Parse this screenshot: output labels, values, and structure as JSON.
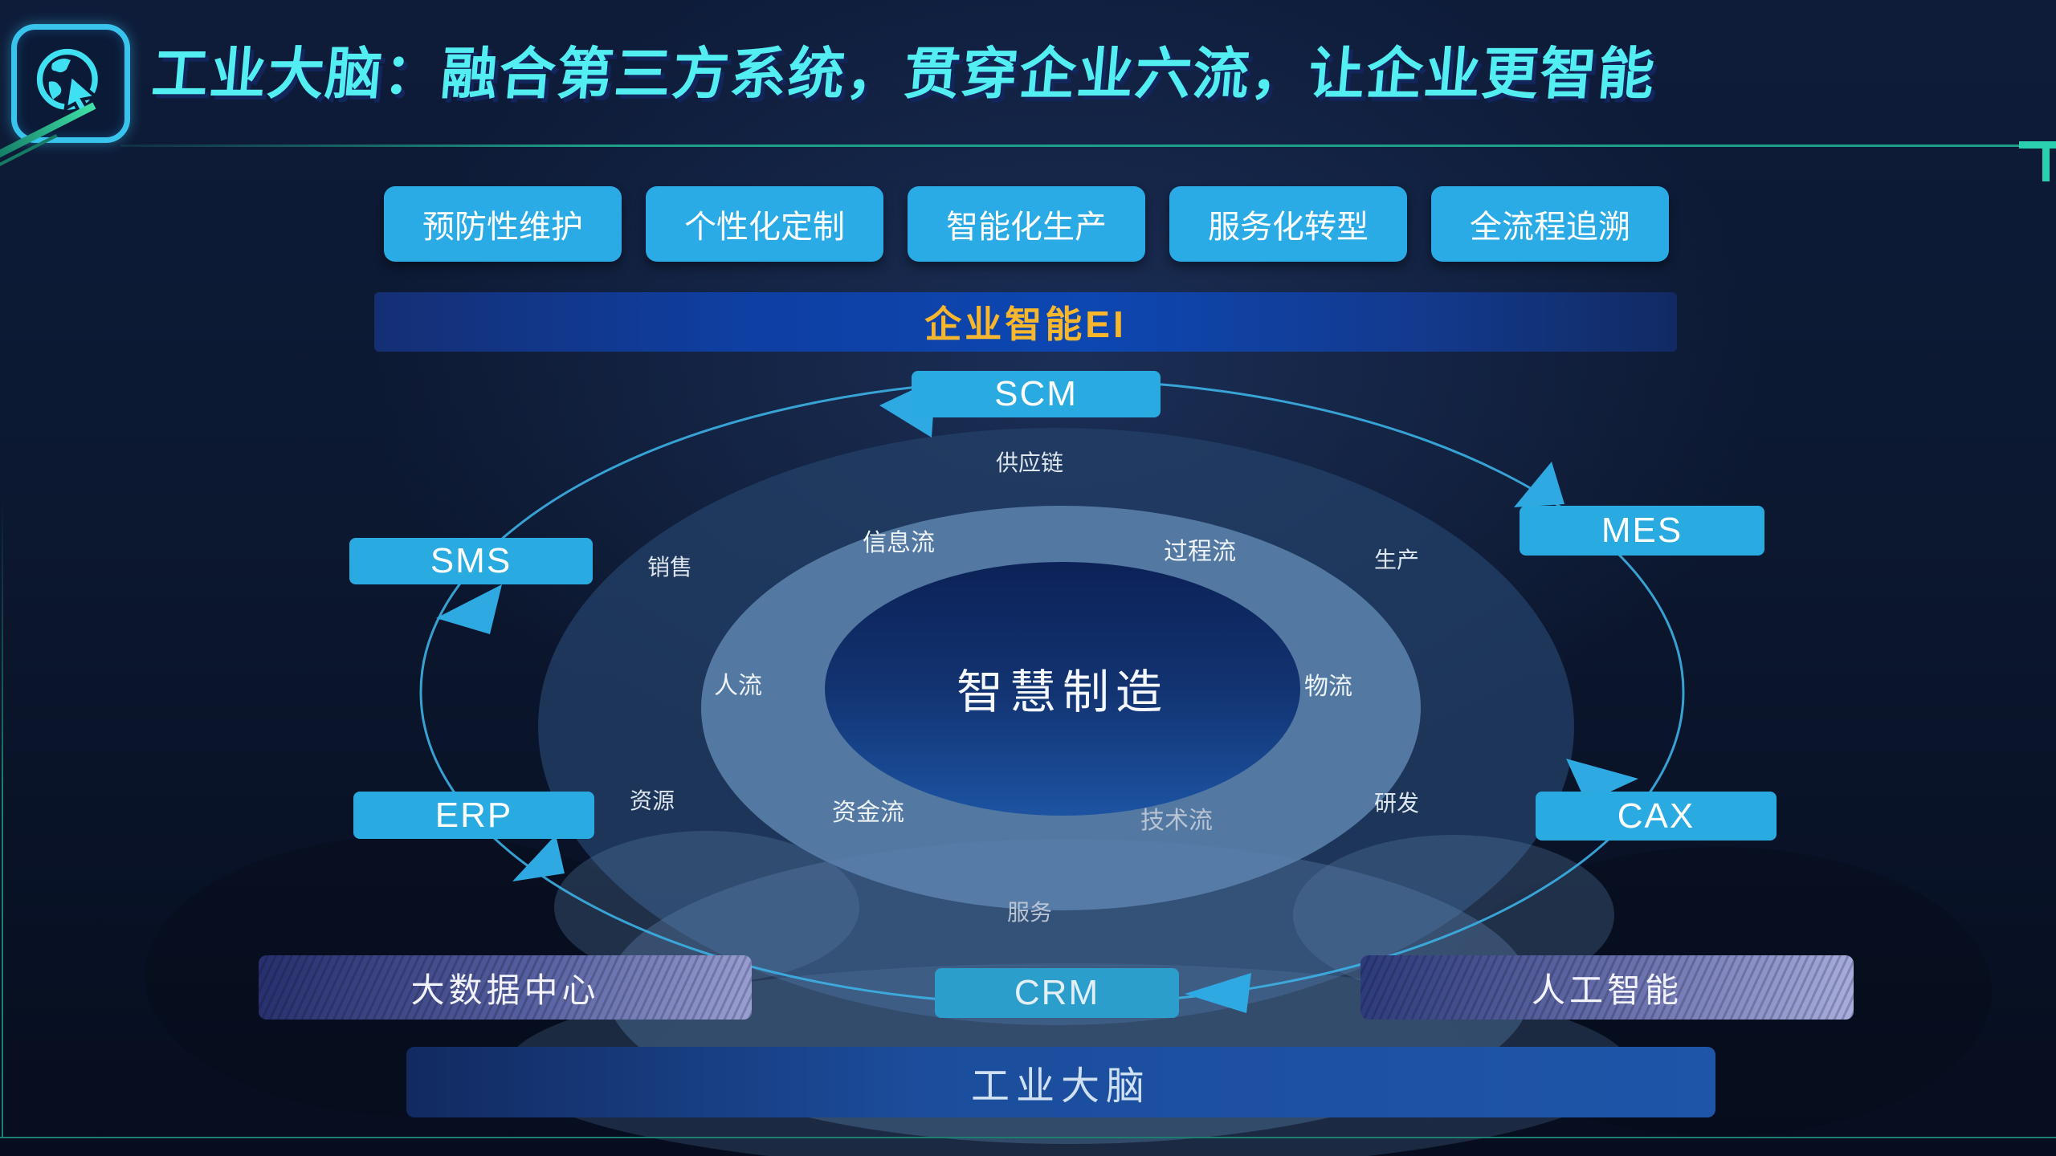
{
  "header": {
    "title": "工业大脑：融合第三方系统，贯穿企业六流，让企业更智能",
    "logo_icon": "globe-cursor-icon"
  },
  "scenario_buttons": [
    "预防性维护",
    "个性化定制",
    "智能化生产",
    "服务化转型",
    "全流程追溯"
  ],
  "ei_bar": {
    "label": "企业智能EI"
  },
  "diagram": {
    "center_label": "智慧制造",
    "systems": {
      "scm": "SCM",
      "sms": "SMS",
      "mes": "MES",
      "erp": "ERP",
      "cax": "CAX",
      "crm": "CRM"
    },
    "outer_labels": {
      "supply_chain": "供应链",
      "sales": "销售",
      "production": "生产",
      "resource": "资源",
      "rnd": "研发",
      "service": "服务"
    },
    "flow_labels": {
      "information": "信息流",
      "process": "过程流",
      "people": "人流",
      "logistics": "物流",
      "capital": "资金流",
      "technology": "技术流"
    }
  },
  "platforms": {
    "big_data": "大数据中心",
    "ai": "人工智能"
  },
  "bottom_bar": {
    "label": "工业大脑"
  },
  "colors": {
    "accent_cyan": "#52eef2",
    "node_blue": "#29abe2",
    "gold": "#f8b62d",
    "teal_line": "#2bd0b0",
    "ring_slate": "#567ca6",
    "core_blue": "#123371"
  }
}
